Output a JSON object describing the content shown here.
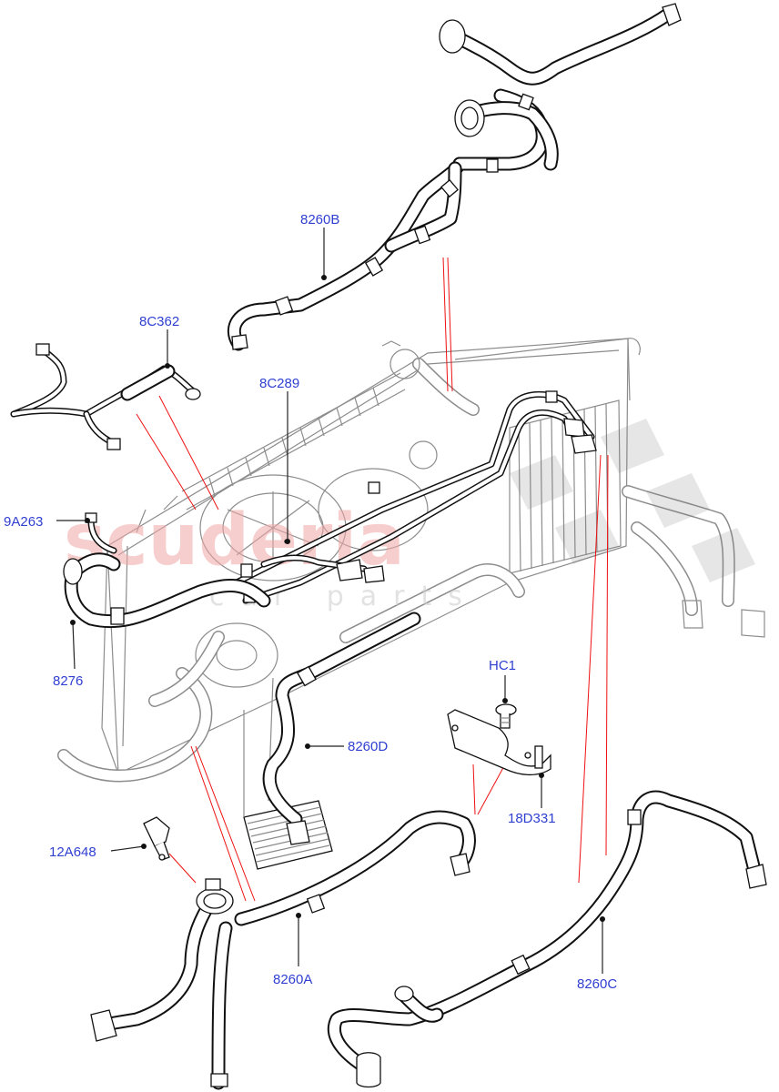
{
  "watermark": {
    "brand": "scuderia",
    "sub": "car parts"
  },
  "labels": {
    "p8260B": "8260B",
    "p8C362": "8C362",
    "p8C289": "8C289",
    "p9A263": "9A263",
    "p8276": "8276",
    "pHC1": "HC1",
    "p8260D": "8260D",
    "p18D331": "18D331",
    "p12A648": "12A648",
    "p8260A": "8260A",
    "p8260C": "8260C"
  },
  "colors": {
    "label": "#2f3fd0",
    "leader": "#222222",
    "reference_line": "#e11111",
    "hose_outline": "#111111",
    "background_parts": "#8c8c8c",
    "watermark": "#f2a7a7"
  }
}
